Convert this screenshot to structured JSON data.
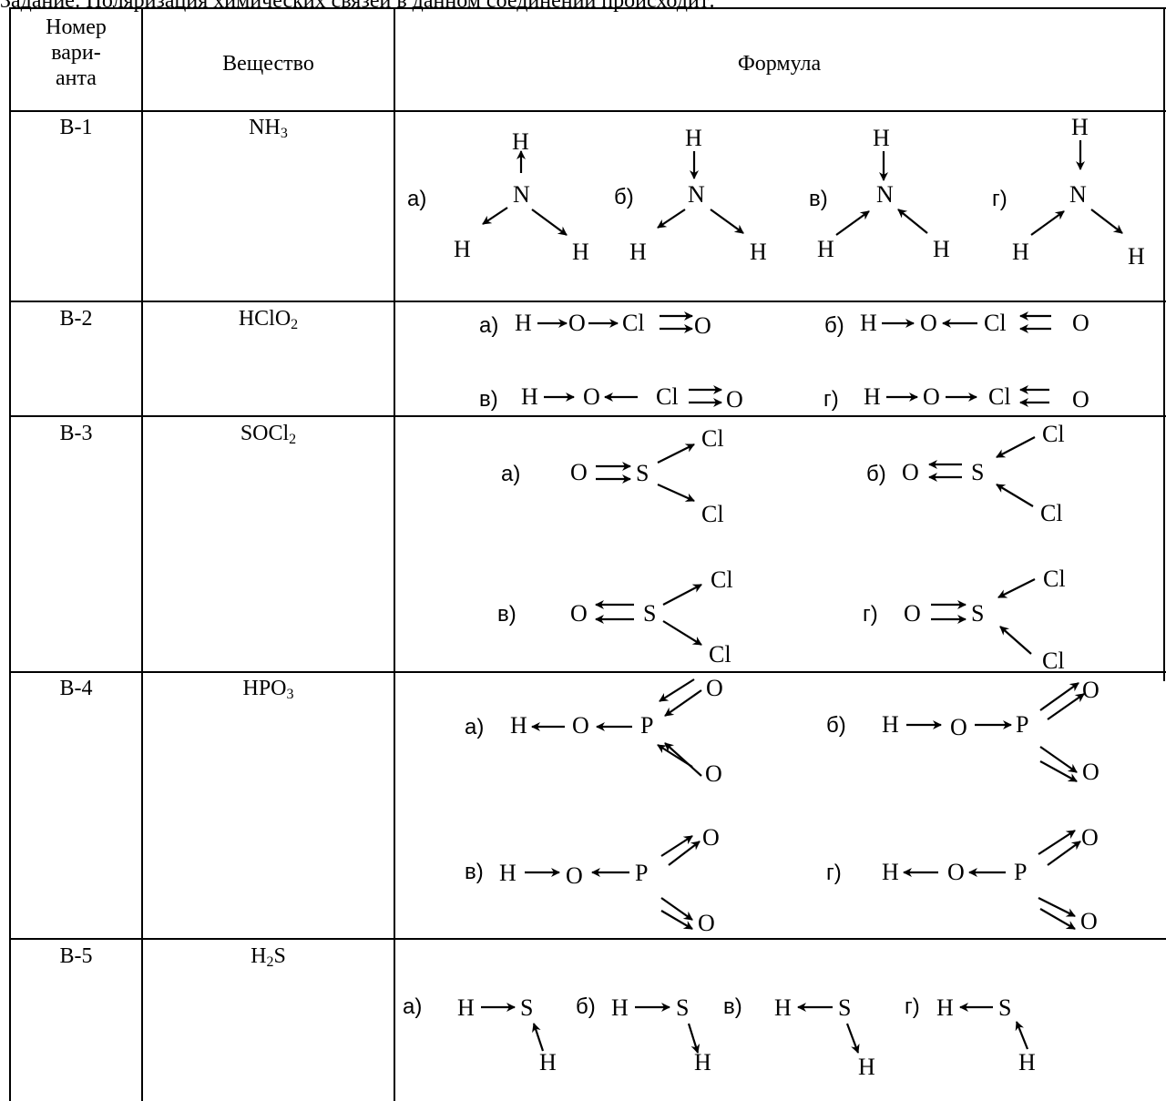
{
  "task_text": "Задание: Поляризация химических связей в данном соединении происходит:",
  "header": {
    "col1": "Номер вари- анта",
    "col1_lines": [
      "Номер",
      "вари-",
      "анта"
    ],
    "col2": "Вещество",
    "col3": "Формула"
  },
  "rows": [
    {
      "variant": "В-1",
      "substance": {
        "base": "NH",
        "sub": "3"
      }
    },
    {
      "variant": "В-2",
      "substance": {
        "base": "HClO",
        "sub": "2"
      }
    },
    {
      "variant": "В-3",
      "substance": {
        "base": "SOCl",
        "sub": "2"
      }
    },
    {
      "variant": "В-4",
      "substance": {
        "base": "HPO",
        "sub": "3"
      }
    },
    {
      "variant": "В-5",
      "substance": {
        "pre": "H",
        "sub": "2",
        "post": "S"
      }
    }
  ],
  "option_labels": [
    "а)",
    "б)",
    "в)",
    "г)"
  ],
  "elements": {
    "H": "H",
    "N": "N",
    "O": "O",
    "Cl": "Cl",
    "S": "S",
    "P": "P"
  }
}
